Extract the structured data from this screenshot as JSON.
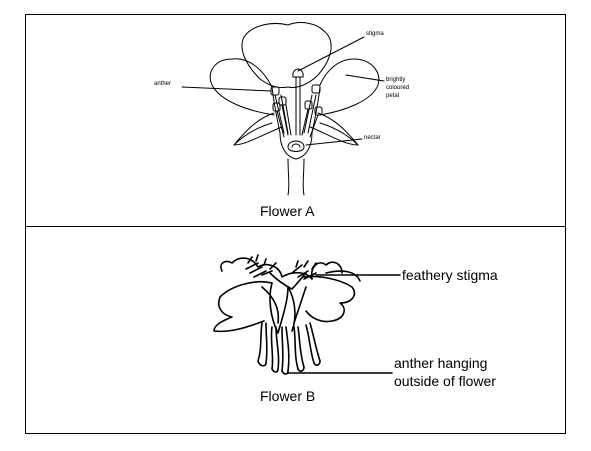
{
  "flower_a": {
    "caption": "Flower A",
    "labels": {
      "stigma": "stigma",
      "anther": "anther",
      "petal_line1": "brightly",
      "petal_line2": "coloured",
      "petal_line3": "petal",
      "nectar": "nectar"
    }
  },
  "flower_b": {
    "caption": "Flower B",
    "labels": {
      "feathery_stigma": "feathery stigma",
      "anther_line1": "anther hanging",
      "anther_line2": "outside of flower"
    }
  },
  "colors": {
    "line": "#000000",
    "background": "#ffffff"
  }
}
